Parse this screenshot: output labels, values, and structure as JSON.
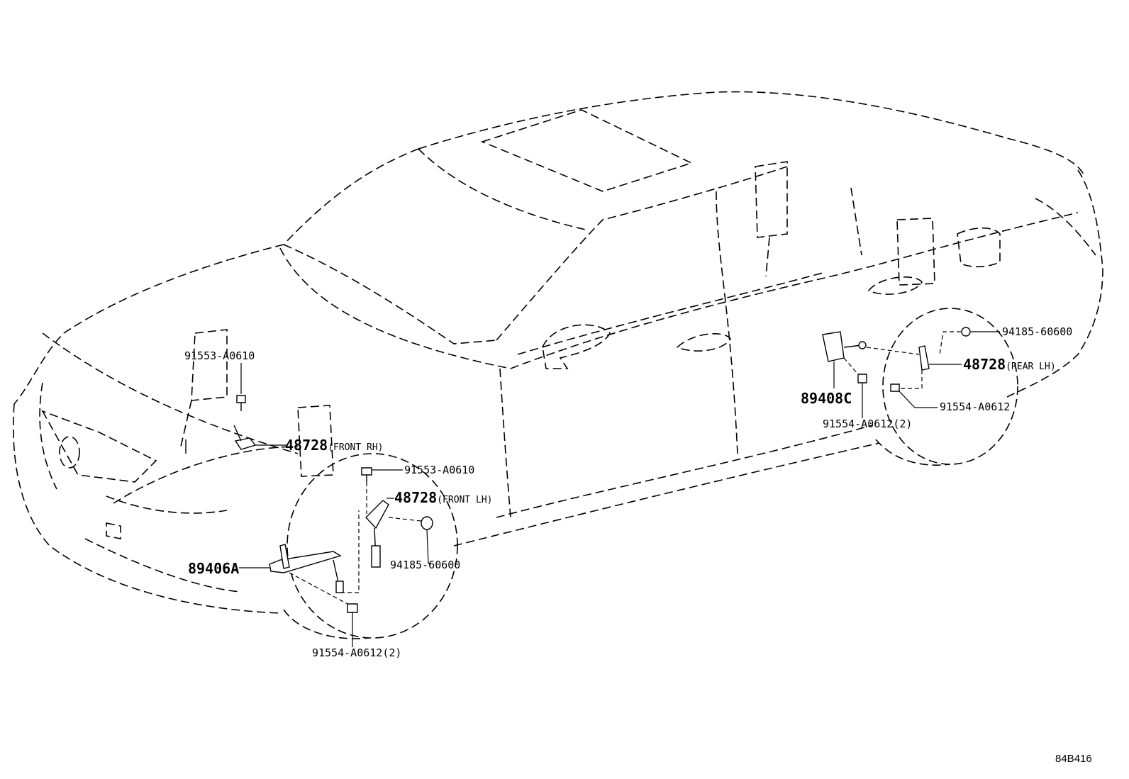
{
  "diagram": {
    "code": "84B416",
    "parts": [
      {
        "id": "p1",
        "number": "91553-A0610",
        "note": ""
      },
      {
        "id": "p2",
        "number": "48728",
        "note": "(FRONT RH)"
      },
      {
        "id": "p3",
        "number": "91553-A0610",
        "note": ""
      },
      {
        "id": "p4",
        "number": "48728",
        "note": "(FRONT LH)"
      },
      {
        "id": "p5",
        "number": "89406A",
        "note": ""
      },
      {
        "id": "p6",
        "number": "94185-60600",
        "note": ""
      },
      {
        "id": "p7",
        "number": "91554-A0612(2)",
        "note": ""
      },
      {
        "id": "p8",
        "number": "94185-60600",
        "note": ""
      },
      {
        "id": "p9",
        "number": "48728",
        "note": "(REAR LH)"
      },
      {
        "id": "p10",
        "number": "89408C",
        "note": ""
      },
      {
        "id": "p11",
        "number": "91554-A0612",
        "note": ""
      },
      {
        "id": "p12",
        "number": "91554-A0612(2)",
        "note": ""
      }
    ]
  }
}
